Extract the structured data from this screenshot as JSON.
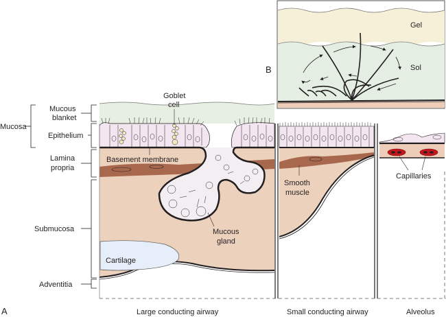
{
  "panel_a": {
    "letter": "A",
    "left_labels": {
      "mucosa": "Mucosa",
      "mucous_blanket": [
        "Mucous",
        "blanket"
      ],
      "epithelium": "Epithelium",
      "lamina_propria": [
        "Lamina",
        "propria"
      ],
      "submucosa": "Submucosa",
      "adventitia": "Adventitia"
    },
    "annotations": {
      "goblet_cell": [
        "Goblet",
        "cell"
      ],
      "basement_membrane": "Basement membrane",
      "mucous_gland": [
        "Mucous",
        "gland"
      ],
      "cartilage": "Cartilage",
      "smooth_muscle": [
        "Smooth",
        "muscle"
      ],
      "capillaries": "Capillaries"
    },
    "regions": [
      "Large conducting airway",
      "Small conducting airway",
      "Alveolus"
    ]
  },
  "panel_b": {
    "letter": "B",
    "layers": {
      "gel": "Gel",
      "sol": "Sol"
    }
  },
  "colors": {
    "mucus_blanket": "#e6efe2",
    "epithelium": "#f3e6f0",
    "lamina": "#edcdb8",
    "smooth_muscle": "#a8684e",
    "submucosa": "#ecd1bd",
    "cartilage": "#e6eef9",
    "gel": "#f7f0d8",
    "sol": "#e4eee2",
    "capillary": "#c4161c",
    "goblet": "#f4e8c1"
  }
}
